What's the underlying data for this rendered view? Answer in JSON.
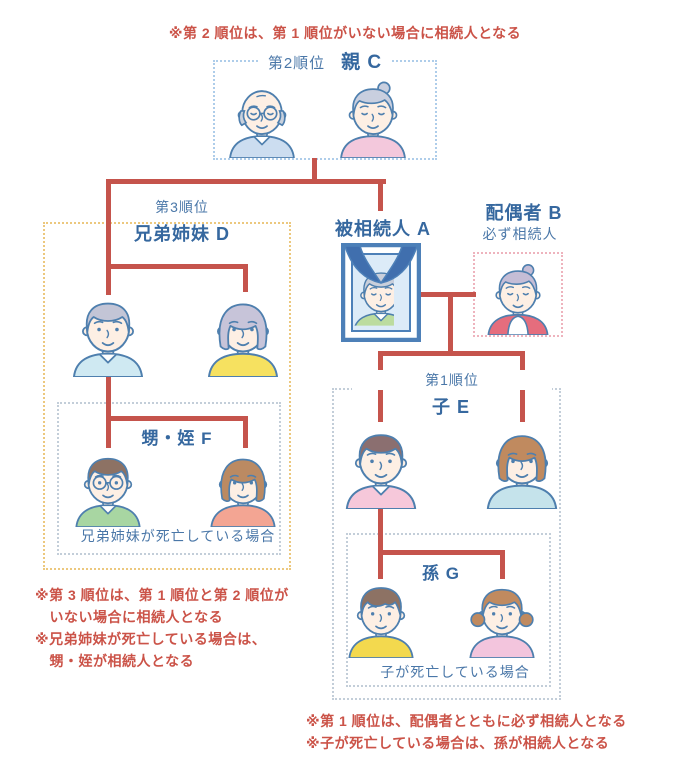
{
  "colors": {
    "line_red": "#c5544c",
    "note_red": "#cb5348",
    "label_blue": "#36689f",
    "text_blue": "#4a77a8",
    "avatar_outline_blue": "#4e7fae",
    "box_dotted_blue": "#aecdea",
    "box_dotted_gray_blue": "#c3ced9",
    "box_dotted_orange": "#ecc87e",
    "box_dotted_pink": "#eeb3bd"
  },
  "notes": {
    "top": "※第 2 順位は、第 1 順位がいない場合に相続人となる",
    "bottom_left": "※第 3 順位は、第 1 順位と第 2 順位が\n　いない場合に相続人となる\n※兄弟姉妹が死亡している場合は、\n　甥・姪が相続人となる",
    "bottom_right": "※第 1 順位は、配偶者とともに必ず相続人となる\n※子が死亡している場合は、孫が相続人となる"
  },
  "groups": {
    "parents": {
      "rank": "第2順位",
      "label": "親 C"
    },
    "siblings": {
      "rank": "第3順位",
      "label": "兄弟姉妹 D"
    },
    "deceased": {
      "label": "被相続人 A"
    },
    "spouse": {
      "label": "配偶者 B",
      "sub": "必ず相続人"
    },
    "children": {
      "rank": "第1順位",
      "label": "子 E"
    },
    "nephews": {
      "label": "甥・姪 F",
      "caption": "兄弟姉妹が死亡している場合"
    },
    "grandchildren": {
      "label": "孫 G",
      "caption": "子が死亡している場合"
    }
  },
  "avatars": {
    "parent-father": {
      "desc": "elderly-bald-man-glasses-icon",
      "hair": "bald",
      "hairColor": "#c9d1dd",
      "shirt": "#ccddf0",
      "glasses": true,
      "elderly": true,
      "collar": true
    },
    "parent-mother": {
      "desc": "elderly-woman-bun-icon",
      "hair": "bun",
      "hairColor": "#c9cfdf",
      "shirt": "#f3c8dc",
      "elderly": true
    },
    "sibling-brother": {
      "desc": "gray-haired-man-icon",
      "hair": "shortM",
      "hairColor": "#c3c5d6",
      "shirt": "#cfe9f2",
      "collar": true
    },
    "sibling-sister": {
      "desc": "gray-haired-woman-icon",
      "hair": "bob",
      "hairColor": "#c7c4d9",
      "shirt": "#f6e160"
    },
    "nephew": {
      "desc": "man-glasses-green-icon",
      "hair": "shortM",
      "hairColor": "#8d7264",
      "shirt": "#a8d6a2",
      "glasses": true,
      "collar": true
    },
    "niece": {
      "desc": "woman-salmon-icon",
      "hair": "bob",
      "hairColor": "#bb8a62",
      "shirt": "#f3a593"
    },
    "deceased": {
      "desc": "memorial-portrait-icon",
      "type": "portrait",
      "hair": "shortM",
      "hairColor": "#c9cfdb",
      "shirt": "#bcdc9f",
      "elderly": true,
      "collar": true,
      "frame": "#4d80b8",
      "ribbon": "#406fae",
      "mat": "#ffffff",
      "inner": "#dcebf8"
    },
    "spouse": {
      "desc": "elderly-woman-red-cardigan-icon",
      "hair": "bun",
      "hairColor": "#c5bdd6",
      "shirt": "#e56d7d",
      "elderly": true,
      "cardigan": true
    },
    "son": {
      "desc": "man-pink-shirt-icon",
      "hair": "shortM",
      "hairColor": "#8b6f70",
      "shirt": "#f6c8da",
      "collar": true
    },
    "daughter": {
      "desc": "woman-blue-shirt-icon",
      "hair": "bob",
      "hairColor": "#c08a5f",
      "shirt": "#c5e3eb"
    },
    "grandson": {
      "desc": "boy-yellow-shirt-icon",
      "hair": "boy",
      "hairColor": "#8d7264",
      "shirt": "#f3d94e"
    },
    "granddaughter": {
      "desc": "girl-pigtails-pink-icon",
      "hair": "pigtails",
      "hairColor": "#c08a5f",
      "shirt": "#f3c5dd"
    }
  }
}
